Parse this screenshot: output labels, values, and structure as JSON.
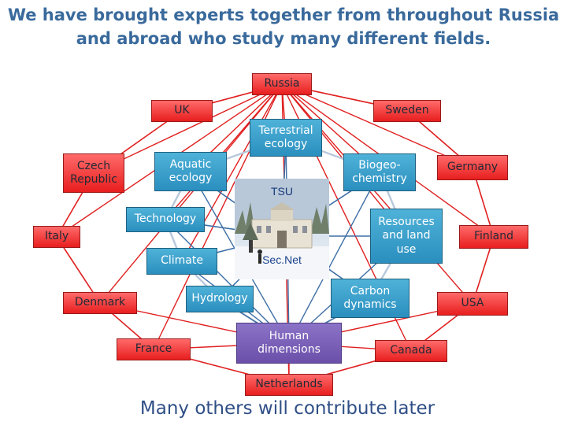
{
  "title": {
    "line1": "We have brought experts together from throughout Russia",
    "line2": "and abroad who study many different fields."
  },
  "footer": "Many others will contribute later",
  "hub": {
    "label": "TSU",
    "sublabel": "Sec.Net"
  },
  "countries": {
    "russia": "Russia",
    "uk": "UK",
    "sweden": "Sweden",
    "czech_line1": "Czech",
    "czech_line2": "Republic",
    "germany": "Germany",
    "italy": "Italy",
    "finland": "Finland",
    "denmark": "Denmark",
    "usa": "USA",
    "france": "France",
    "canada": "Canada",
    "netherlands": "Netherlands"
  },
  "topics": {
    "terrestrial_line1": "Terrestrial",
    "terrestrial_line2": "ecology",
    "aquatic_line1": "Aquatic",
    "aquatic_line2": "ecology",
    "biogeo_line1": "Biogeo-",
    "biogeo_line2": "chemistry",
    "technology": "Technology",
    "resources_line1": "Resources",
    "resources_line2": "and land",
    "resources_line3": "use",
    "climate": "Climate",
    "hydrology": "Hydrology",
    "carbon_line1": "Carbon",
    "carbon_line2": "dynamics",
    "human_line1": "Human",
    "human_line2": "dimensions"
  },
  "colors": {
    "country_fill": "#e8282a",
    "topic_fill": "#3aa0cc",
    "human_fill": "#7a5fb8",
    "country_link": "#e02020",
    "topic_link": "#3d6fa6",
    "topic_ring": "#b8c8dc",
    "title_text": "#3a6a9c",
    "footer_text": "#2f4f86"
  }
}
